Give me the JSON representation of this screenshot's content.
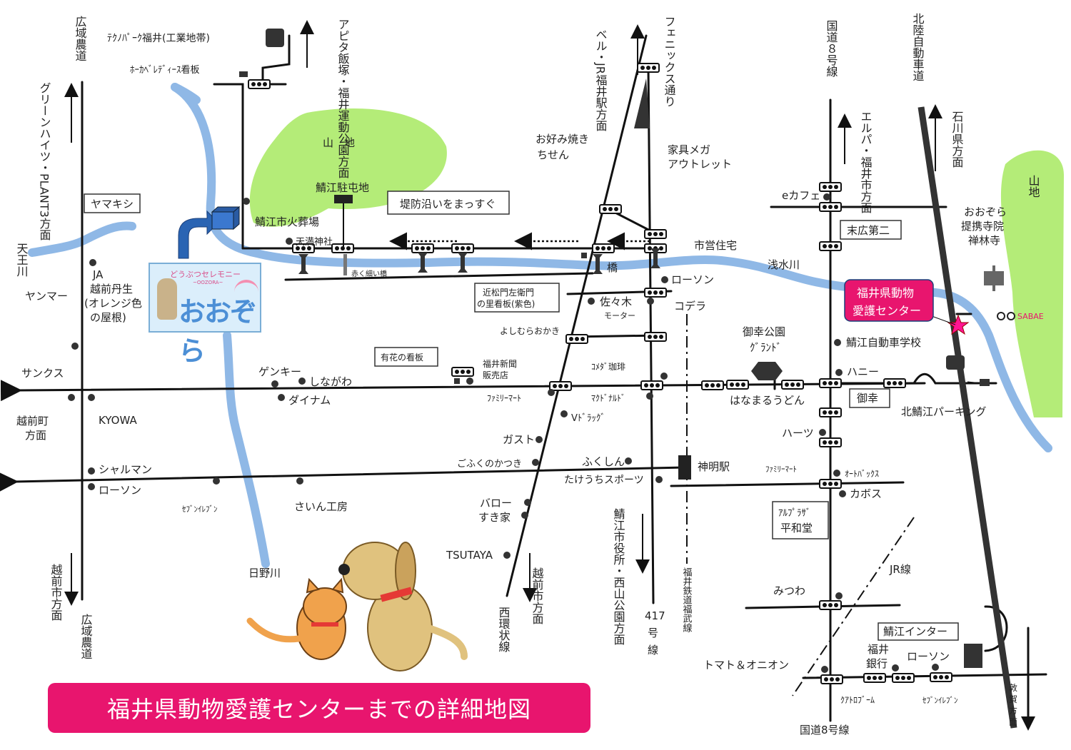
{
  "title": "福井県動物愛護センターまでの詳細地図",
  "logo": {
    "top": "どうぶつセレモニー",
    "sub": "~OOZORA~",
    "main": "おおぞら"
  },
  "destination": "福井県動物愛護センター",
  "colors": {
    "river": "#8fb8e6",
    "mountain": "#b4ec78",
    "road": "#222222",
    "destination": "#e8156e",
    "logo_bg": "#dbeefb",
    "banner": "#e8156e",
    "star": "#ff1493"
  },
  "icons": [
    "traffic-signal-icon",
    "bridge-icon",
    "destination-star-icon",
    "building-icon",
    "temple-icon",
    "station-icon",
    "interchange-icon",
    "arrow-icon"
  ],
  "labels": {
    "techno": "ﾃｸﾉﾊﾟｰｸ福井(工業地帯)",
    "hoka": "ﾎｰｶﾍﾞﾚﾃﾞｨｰｽ看板",
    "apita": "アピタ飯塚・福井運動公園方面",
    "bell": "ベル・JR福井駅方面",
    "phoenix": "フェニックス通り",
    "r8top": "国道８号線",
    "hokuriku": "北陸自動車道",
    "elpa": "エルパ・福井市方面",
    "ishikawa": "石川県方面",
    "hiroiki_top": "広域農道",
    "greenheights": "グリーンハイツ・PLANT3方面",
    "yamakishi": "ヤマキシ",
    "yamachi1": "山　地",
    "yamachi2": "山地",
    "sabae_chuton": "鯖江駐屯地",
    "kasouba": "鯖江市火葬場",
    "tenman": "天満神社",
    "teibo": "堤防沿いをまっすぐ",
    "okonomi": "お好み焼きちせん",
    "kagu": "家具メガアウトレット",
    "ecafe": "eカフェ",
    "suehiro": "末広第二",
    "shiei": "市営住宅",
    "ozora_temple": "おおぞら提携寺院禅林寺",
    "tennou": "天王川",
    "akaihoso": "赤く細い橋",
    "hashi": "橋",
    "asouzu": "浅水川",
    "lawson1": "ローソン",
    "chikamatsu": "近松門左衛門の里看板(紫色)",
    "sasaki": "佐々木モーター",
    "kodera": "コデラ",
    "ja": "JA越前丹生(オレンジ色の屋根)",
    "yanmar": "ヤンマー",
    "yoshimura": "よしむらおかき",
    "miyuki_koen": "御幸公園グランド",
    "jidousha": "鯖江自動車学校",
    "sabae_logo": "SABAE",
    "arika": "有花の看板",
    "shinbun": "福井新聞販売店",
    "komeda": "ｺﾒﾀﾞ珈琲",
    "genky": "ゲンキー",
    "shinagawa": "しながわ",
    "honey": "ハニー",
    "sanks": "サンクス",
    "dynam": "ダイナム",
    "famima1": "ﾌｧﾐﾘｰﾏｰﾄ",
    "mac": "ﾏｸﾄﾞﾅﾙﾄﾞ",
    "hanamaru": "はなまるうどん",
    "miyuki": "御幸",
    "kitasabae": "北鯖江パーキング",
    "kyowa": "KYOWA",
    "echizencho": "越前町方面",
    "vdrug": "Vﾄﾞﾗｯｸﾞ",
    "gust": "ガスト",
    "hearts": "ハーツ",
    "gofuku": "ごふくのかつき",
    "fukushin": "ふくしん",
    "shinmei": "神明駅",
    "famima2": "ﾌｧﾐﾘｰﾏｰﾄ",
    "autobacs": "ｵｰﾄﾊﾞｯｸｽ",
    "sharman": "シャルマン",
    "takeuchi": "たけうちスポーツ",
    "kaboss": "カボス",
    "lawson2": "ローソン",
    "seven1": "ｾﾌﾞﾝｲﾚﾌﾞﾝ",
    "sainkobo": "さいん工房",
    "alplaza": "アルプラザ平和堂",
    "barrow": "バロー",
    "sukiya": "すき家",
    "sabaeshi": "鯖江市役所・西山公園方面",
    "tsutaya": "TSUTAYA",
    "echizen_mid": "越前市方面",
    "nishikanjo": "西環状線",
    "r417": "417号線",
    "fukutetsu": "福井鉄道福武線",
    "jr": "JR線",
    "mitsuwa": "みつわ",
    "hinogawa": "日野川",
    "echizen_left": "越前市方面",
    "hiroiki_bottom": "広域農道",
    "sabae_ic": "鯖江インター",
    "fukui_bank": "福井銀行",
    "lawson3": "ローソン",
    "tomato": "トマト＆オニオン",
    "quatro": "ｸｱﾄﾛﾌﾞｰﾑ",
    "seven2": "ｾﾌﾞﾝｲﾚﾌﾞﾝ",
    "tsuruga": "敦賀方面",
    "r8bottom": "国道8号線"
  }
}
